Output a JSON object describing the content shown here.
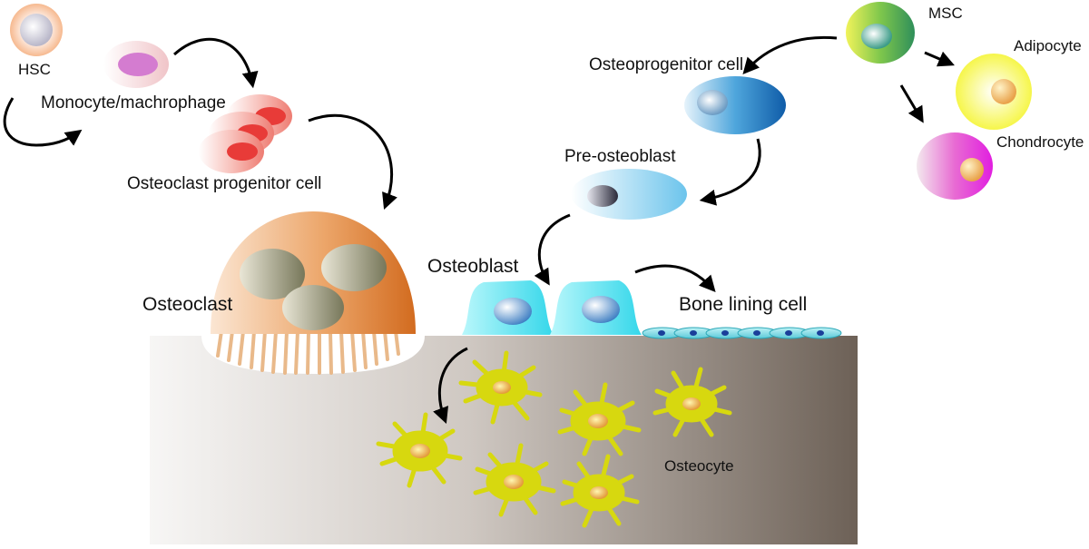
{
  "labels": {
    "hsc": "HSC",
    "monocyte": "Monocyte/machrophage",
    "osteoclast_progenitor": "Osteoclast progenitor cell",
    "osteoclast": "Osteoclast",
    "msc": "MSC",
    "adipocyte": "Adipocyte",
    "chondrocyte": "Chondrocyte",
    "osteoprogenitor": "Osteoprogenitor cell",
    "pre_osteoblast": "Pre-osteoblast",
    "osteoblast": "Osteoblast",
    "bone_lining": "Bone lining cell",
    "osteocyte": "Osteocyte"
  },
  "colors": {
    "bone_light": "#f4f3f2",
    "bone_dark": "#6e6258",
    "osteoclast": "#d47a2e",
    "osteoclast_light": "#f6d8b8",
    "progenitor_red": "#e8433f",
    "monocyte": "#d27ed0",
    "msc_green": "#3aa655",
    "msc_yellow": "#f1f35a",
    "osteoprogenitor": "#1a6fb6",
    "pre_osteoblast": "#6fc3ea",
    "osteoblast": "#4fe3f2",
    "osteocyte": "#d6d60a",
    "adipocyte": "#f8f86a",
    "chondrocyte": "#e11ee0",
    "arrow": "#000000"
  }
}
